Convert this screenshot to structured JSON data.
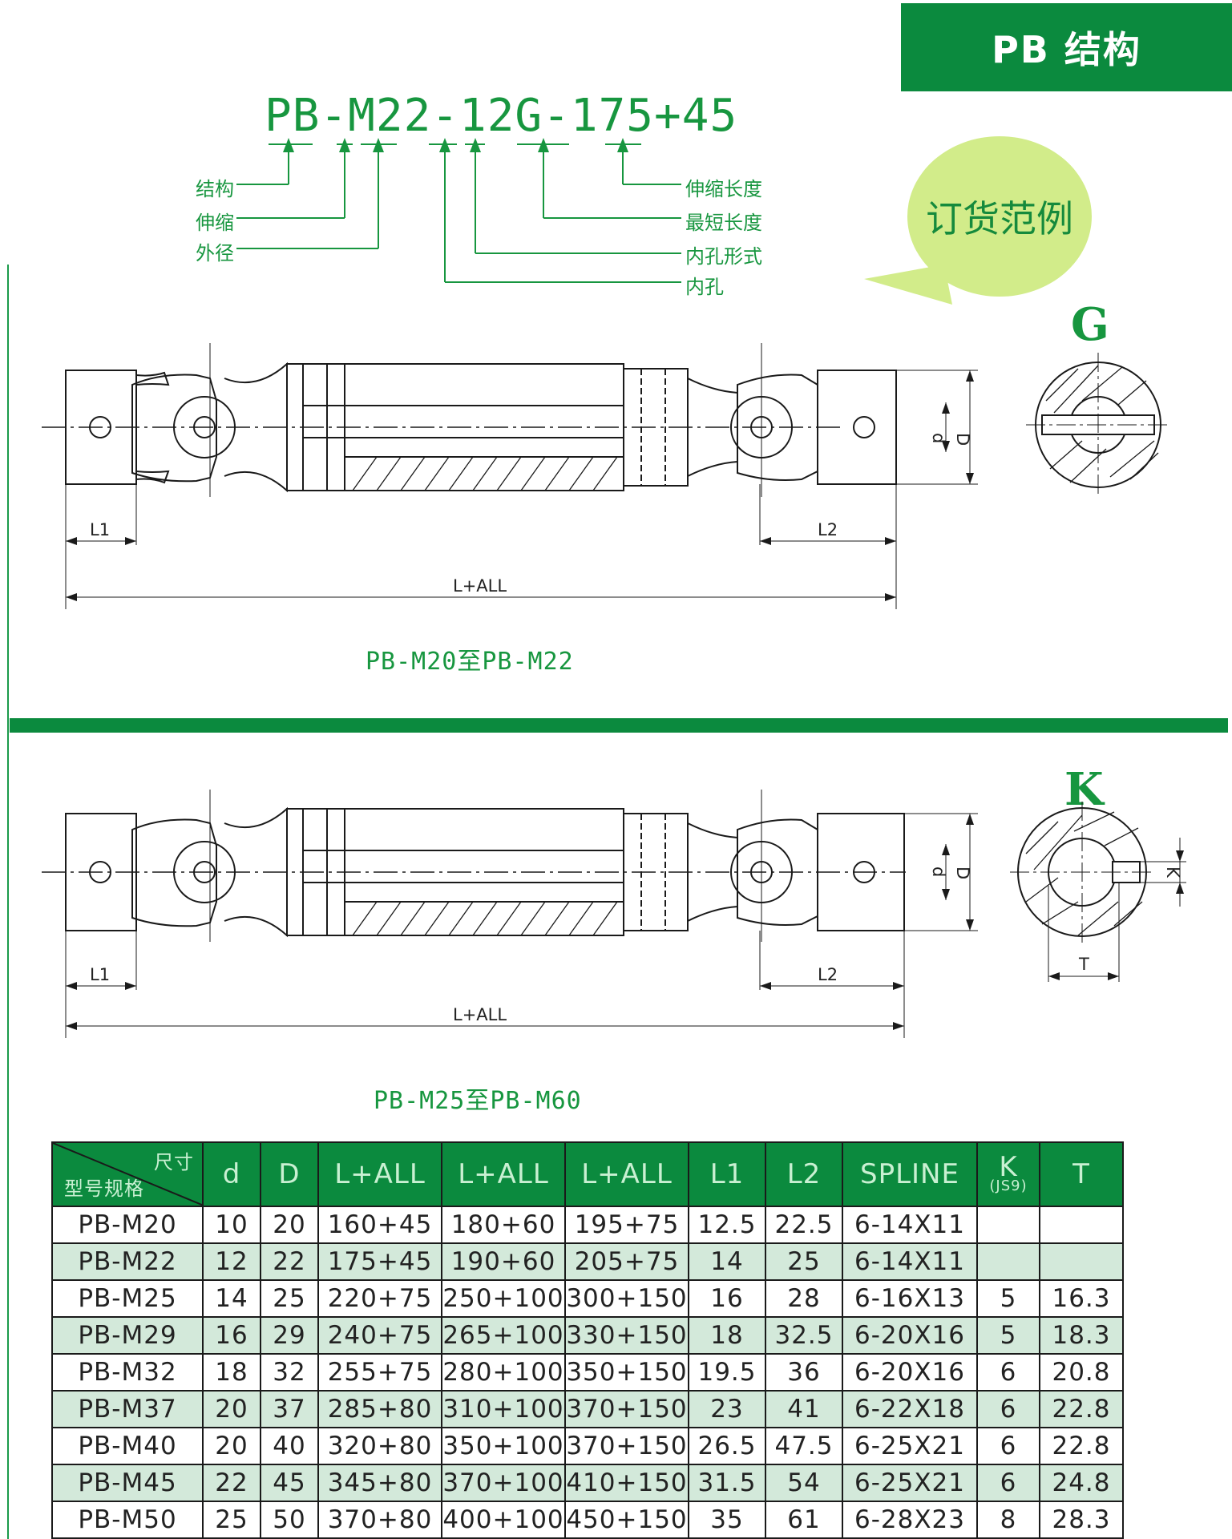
{
  "header": {
    "title": "PB 结构"
  },
  "order_example": {
    "code": "PB-M22-12G-175+45",
    "left_labels": [
      "结构",
      "伸缩",
      "外径"
    ],
    "right_labels": [
      "伸缩长度",
      "最短长度",
      "内孔形式",
      "内孔"
    ],
    "bubble_text": "订货范例"
  },
  "drawing_top": {
    "section_letter": "G",
    "dim_d": "d",
    "dim_D": "D",
    "dim_L1": "L1",
    "dim_L2": "L2",
    "dim_total": "L+ALL",
    "caption": "PB-M20至PB-M22"
  },
  "drawing_bottom": {
    "section_letter": "K",
    "dim_d": "d",
    "dim_D": "D",
    "dim_L1": "L1",
    "dim_L2": "L2",
    "dim_total": "L+ALL",
    "dim_K": "K",
    "dim_T": "T",
    "caption": "PB-M25至PB-M60"
  },
  "table": {
    "corner_top": "尺寸",
    "corner_bottom": "型号规格",
    "headers": [
      "d",
      "D",
      "L+ALL",
      "L+ALL",
      "L+ALL",
      "L1",
      "L2",
      "SPLINE",
      "K",
      "T"
    ],
    "k_sub": "(JS9)",
    "rows": [
      [
        "PB-M20",
        "10",
        "20",
        "160+45",
        "180+60",
        "195+75",
        "12.5",
        "22.5",
        "6-14X11",
        "",
        ""
      ],
      [
        "PB-M22",
        "12",
        "22",
        "175+45",
        "190+60",
        "205+75",
        "14",
        "25",
        "6-14X11",
        "",
        ""
      ],
      [
        "PB-M25",
        "14",
        "25",
        "220+75",
        "250+100",
        "300+150",
        "16",
        "28",
        "6-16X13",
        "5",
        "16.3"
      ],
      [
        "PB-M29",
        "16",
        "29",
        "240+75",
        "265+100",
        "330+150",
        "18",
        "32.5",
        "6-20X16",
        "5",
        "18.3"
      ],
      [
        "PB-M32",
        "18",
        "32",
        "255+75",
        "280+100",
        "350+150",
        "19.5",
        "36",
        "6-20X16",
        "6",
        "20.8"
      ],
      [
        "PB-M37",
        "20",
        "37",
        "285+80",
        "310+100",
        "370+150",
        "23",
        "41",
        "6-22X18",
        "6",
        "22.8"
      ],
      [
        "PB-M40",
        "20",
        "40",
        "320+80",
        "350+100",
        "370+150",
        "26.5",
        "47.5",
        "6-25X21",
        "6",
        "22.8"
      ],
      [
        "PB-M45",
        "22",
        "45",
        "345+80",
        "370+100",
        "410+150",
        "31.5",
        "54",
        "6-25X21",
        "6",
        "24.8"
      ],
      [
        "PB-M50",
        "25",
        "50",
        "370+80",
        "400+100",
        "450+150",
        "35",
        "61",
        "6-28X23",
        "8",
        "28.3"
      ]
    ]
  },
  "colors": {
    "brand_green": "#0b8a3e",
    "text_green": "#17963f",
    "bubble": "#d2ec8a",
    "row_alt": "#d3e9da"
  }
}
